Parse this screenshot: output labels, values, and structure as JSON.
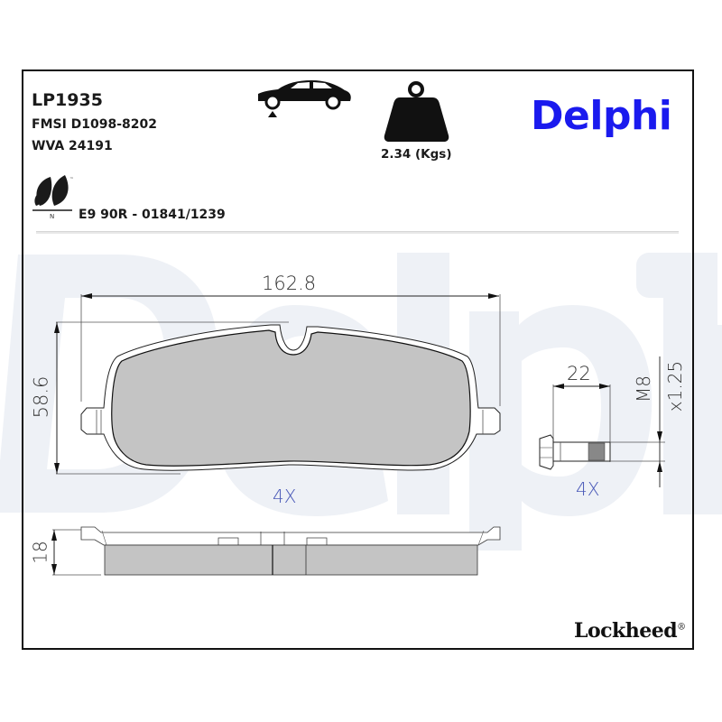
{
  "header": {
    "part_number": "LP1935",
    "fmsi": "FMSI D1098-8202",
    "wva": "WVA 24191",
    "ece_approval": "E9 90R - 01841/1239",
    "weight": "2.34 (Kgs)",
    "brand": "Delphi",
    "watermark": "Delphi"
  },
  "icons": {
    "axle": "car-front-axle-icon",
    "weight": "weight-icon",
    "eco": "eco-leaf-icon"
  },
  "drawing": {
    "pad_width": "162.8",
    "pad_height": "58.6",
    "pad_thickness": "18",
    "pad_quantity": "4X",
    "bolt_length": "22",
    "bolt_thread": "M8",
    "bolt_pitch": "x1.25",
    "bolt_quantity": "4X"
  },
  "footer": {
    "logo": "Lockheed",
    "registered_mark": "®"
  },
  "colors": {
    "brand_blue": "#1a1aee",
    "watermark": "#eef1f6",
    "pad_fill": "#c4c4c4",
    "qty_label": "#4a5ab8"
  }
}
